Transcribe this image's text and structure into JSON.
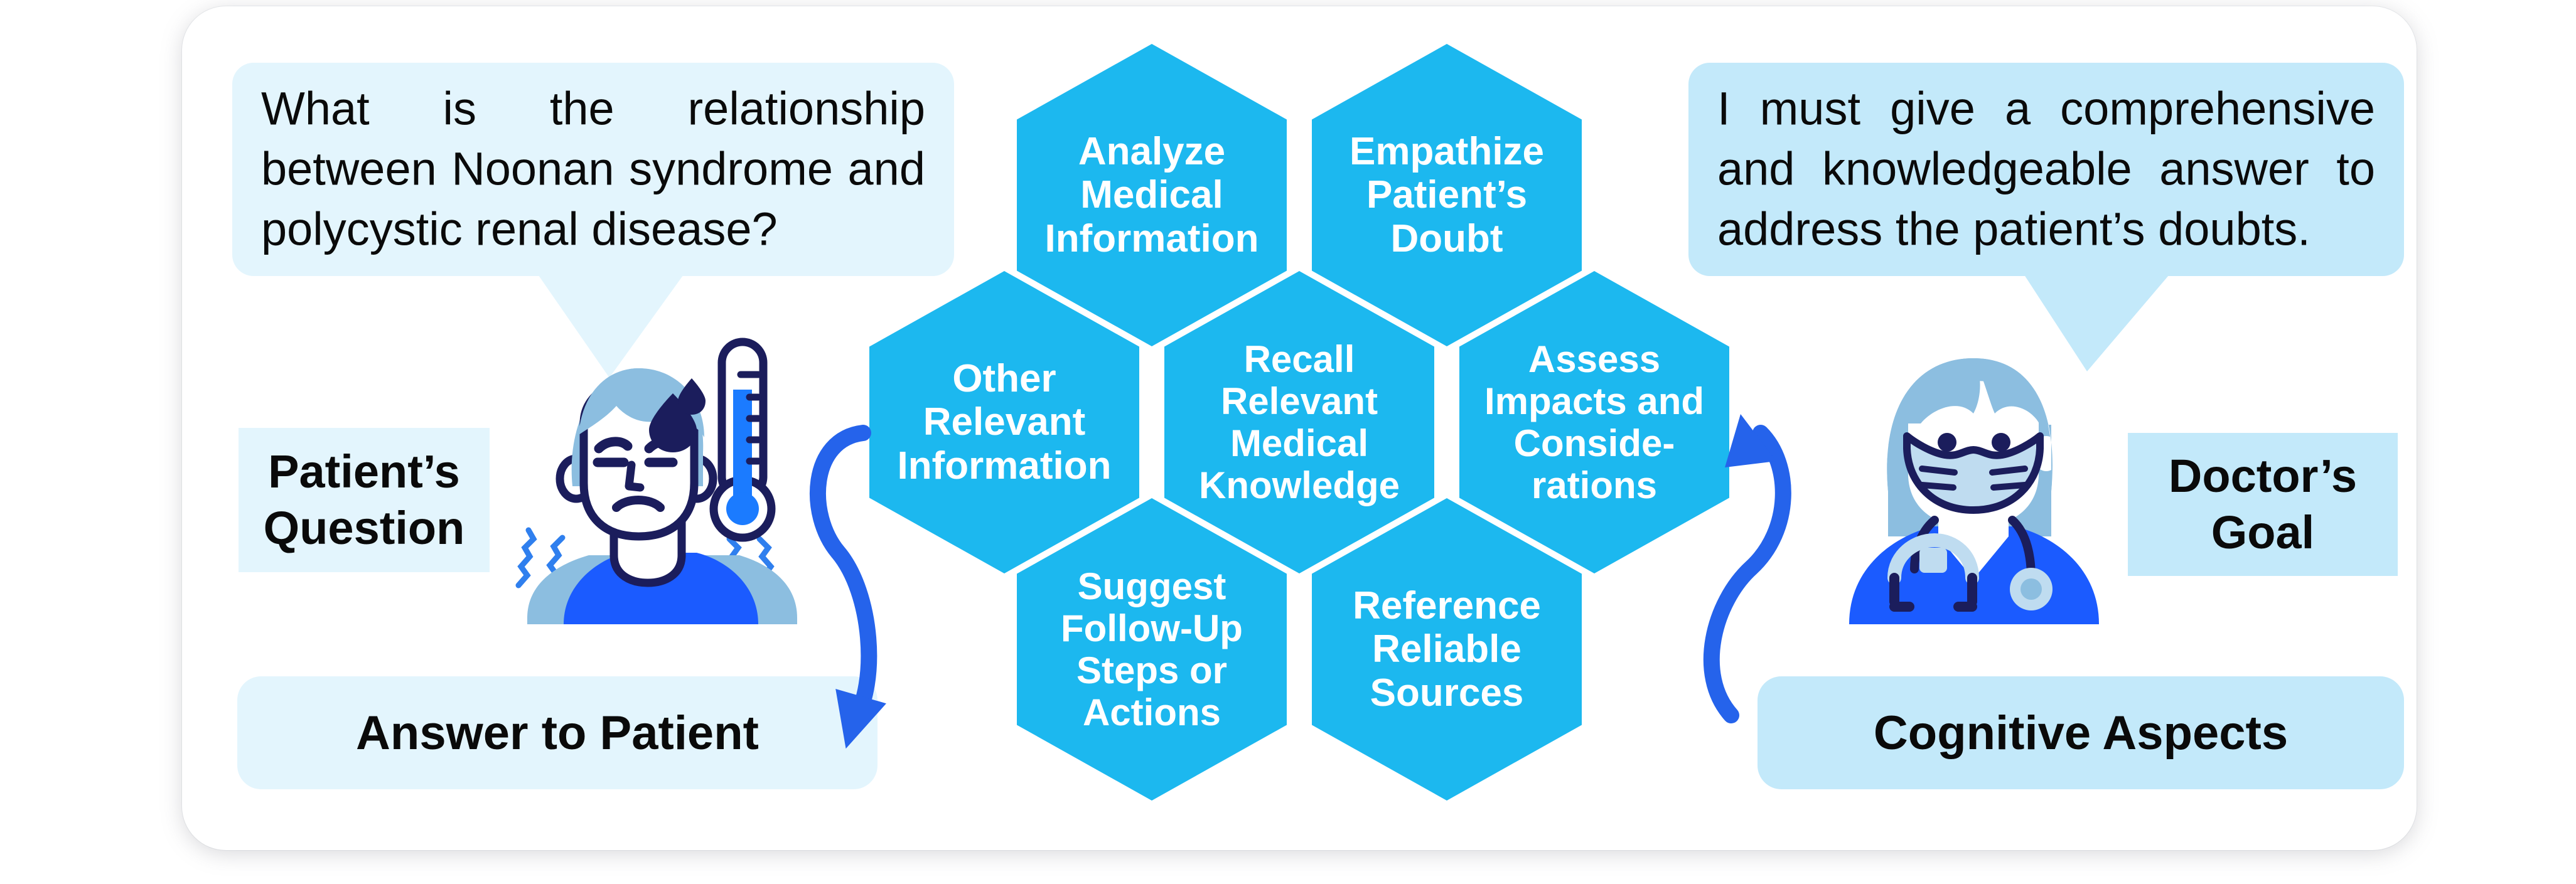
{
  "diagram": {
    "title": "Doctor patient cognitive aspects hexagon diagram",
    "colors": {
      "hexagon": "#1CB8EF",
      "bubble_left": "#E3F5FD",
      "bubble_right": "#C3E9FA",
      "arrow": "#2563EB",
      "card": "#FFFFFF",
      "text_dark": "#0A0A0A",
      "hex_text": "#FFFFFF",
      "illustration_navy": "#1B1D5C",
      "illustration_blue": "#1B5BFF",
      "illustration_lightblue": "#8CBEE0"
    }
  },
  "left": {
    "question_bubble": "What is the relationship between Noonan syndrome and polycystic renal disease?",
    "side_label": "Patient’s\nQuestion",
    "side_label_line1": "Patient’s",
    "side_label_line2": "Question",
    "bottom_bar": "Answer to Patient",
    "character": "sick-patient-illustration"
  },
  "right": {
    "goal_bubble": "I must give a comprehensive and knowledgeable answer to address the patient’s doubts.",
    "side_label_line1": "Doctor’s",
    "side_label_line2": "Goal",
    "bottom_bar": "Cognitive Aspects",
    "character": "doctor-illustration"
  },
  "hexagons": [
    {
      "id": "analyze-medical-information",
      "lines": [
        "Analyze",
        "Medical",
        "Information"
      ],
      "row": "top",
      "col": 0
    },
    {
      "id": "empathize-patients-doubt",
      "lines": [
        "Empathize",
        "Patient’s",
        "Doubt"
      ],
      "row": "top",
      "col": 1
    },
    {
      "id": "other-relevant-information",
      "lines": [
        "Other",
        "Relevant",
        "Information"
      ],
      "row": "middle",
      "col": 0
    },
    {
      "id": "recall-relevant-medical-knowledge",
      "lines": [
        "Recall",
        "Relevant",
        "Medical",
        "Knowledge"
      ],
      "row": "middle",
      "col": 1
    },
    {
      "id": "assess-impacts-and-considerations",
      "lines": [
        "Assess",
        "Impacts and",
        "Conside-",
        "rations"
      ],
      "row": "middle",
      "col": 2
    },
    {
      "id": "suggest-follow-up-steps-or-actions",
      "lines": [
        "Suggest",
        "Follow-Up",
        "Steps or",
        "Actions"
      ],
      "row": "bottom",
      "col": 0
    },
    {
      "id": "reference-reliable-sources",
      "lines": [
        "Reference",
        "Reliable",
        "Sources"
      ],
      "row": "bottom",
      "col": 1
    }
  ],
  "hex_text": {
    "h0": "Analyze\nMedical\nInformation",
    "h1": "Empathize\nPatient’s\nDoubt",
    "h2": "Other\nRelevant\nInformation",
    "h3": "Recall\nRelevant\nMedical\nKnowledge",
    "h4": "Assess\nImpacts and\nConside-\nrations",
    "h5": "Suggest\nFollow-Up\nSteps or\nActions",
    "h6": "Reference\nReliable\nSources"
  },
  "arrows": {
    "left": {
      "name": "answer-flow-arrow",
      "direction": "down-left-into-answer-bar"
    },
    "right": {
      "name": "cognitive-flow-arrow",
      "direction": "up-left-into-assess-hexagon"
    }
  }
}
